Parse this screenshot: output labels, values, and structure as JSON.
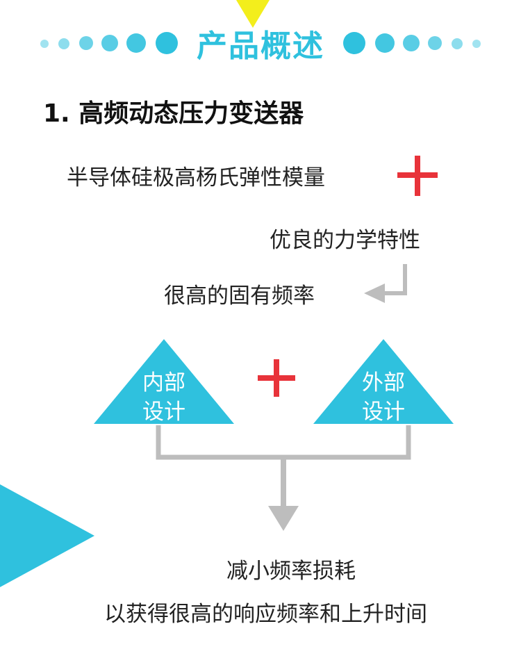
{
  "header": {
    "title": "产品概述"
  },
  "section": {
    "heading": "1. 高频动态压力变送器"
  },
  "flow": {
    "step1": "半导体硅极高杨氏弹性模量",
    "step2": "优良的力学特性",
    "step3": "很高的固有频率",
    "design_left": {
      "line1": "内部",
      "line2": "设计"
    },
    "design_right": {
      "line1": "外部",
      "line2": "设计"
    },
    "result1": "减小频率损耗",
    "result2": "以获得很高的响应频率和上升时间"
  },
  "colors": {
    "accent": "#2fc1de",
    "plus": "#e8333a",
    "connector": "#bdbdbd",
    "top_pointer": "#f3ee1c"
  }
}
